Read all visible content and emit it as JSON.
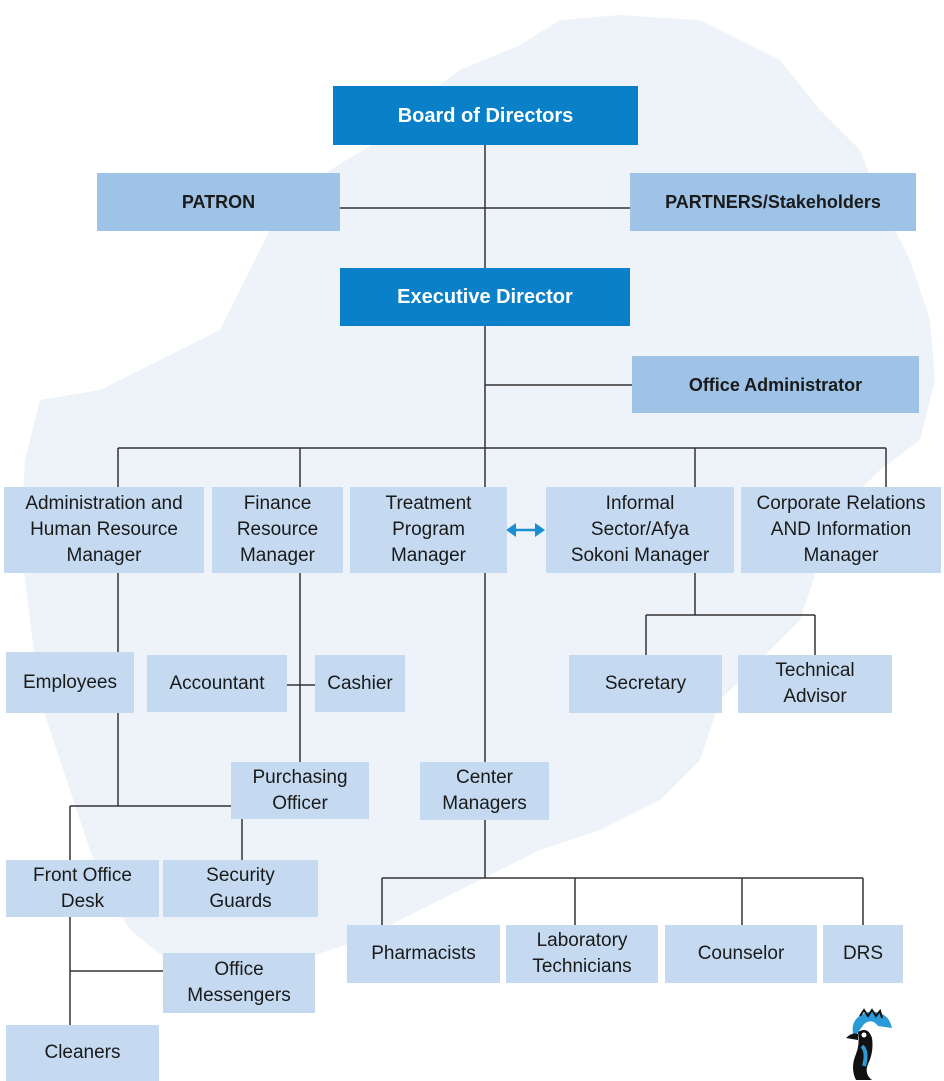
{
  "colors": {
    "top_level": "#0a80c8",
    "mid_level": "#9fc3e7",
    "low_level": "#c5daf0",
    "lines": "#333333",
    "map_shape": "#eef3f9"
  },
  "nodes": {
    "board": "Board of Directors",
    "patron": "PATRON",
    "partners": "PARTNERS/Stakeholders",
    "executive": "Executive Director",
    "office_admin": "Office Administrator",
    "admin_hr": "Administration and\nHuman Resource\nManager",
    "finance": "Finance\nResource\nManager",
    "treatment": "Treatment\nProgram\nManager",
    "informal": "Informal\nSector/Afya\nSokoni Manager",
    "corporate": "Corporate Relations\nAND Information\nManager",
    "employees": "Employees",
    "accountant": "Accountant",
    "cashier": "Cashier",
    "purchasing": "Purchasing\nOfficer",
    "secretary": "Secretary",
    "tech_advisor": "Technical\nAdvisor",
    "center_managers": "Center\nManagers",
    "front_office": "Front Office\nDesk",
    "security": "Security\nGuards",
    "messengers": "Office\nMessengers",
    "cleaners": "Cleaners",
    "pharmacists": "Pharmacists",
    "lab_techs": "Laboratory\nTechnicians",
    "counselor": "Counselor",
    "drs": "DRS"
  },
  "icons": {
    "bidirectional_arrow": "double-arrow-icon",
    "logo": "bird-logo-icon"
  }
}
